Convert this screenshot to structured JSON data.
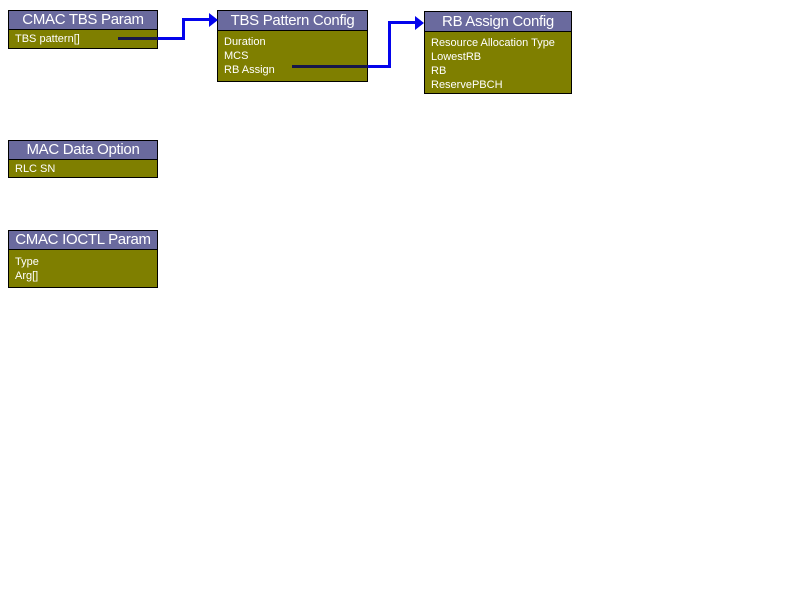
{
  "colors": {
    "header_bg": "#6A6A9E",
    "body_bg": "#7F7F00",
    "border": "#000000",
    "text": "#FFFFFF",
    "arrow": "#0404EC",
    "arrow_dark": "#16164A",
    "canvas_bg": "#FFFFFF"
  },
  "diagram": {
    "nodes": [
      {
        "title": "CMAC TBS Param",
        "fields": [
          "TBS pattern[]"
        ]
      },
      {
        "title": "TBS Pattern Config",
        "fields": [
          "Duration",
          "MCS",
          "RB Assign"
        ]
      },
      {
        "title": "RB Assign Config",
        "fields": [
          "Resource Allocation Type",
          "LowestRB",
          "RB",
          "ReservePBCH"
        ]
      },
      {
        "title": "MAC Data Option",
        "fields": [
          "RLC SN"
        ]
      },
      {
        "title": "CMAC IOCTL Param",
        "fields": [
          "Type",
          "Arg[]"
        ]
      }
    ],
    "connections": [
      {
        "from": "CMAC TBS Param : TBS pattern[]",
        "to": "TBS Pattern Config"
      },
      {
        "from": "TBS Pattern Config : RB Assign",
        "to": "RB Assign Config"
      }
    ]
  }
}
